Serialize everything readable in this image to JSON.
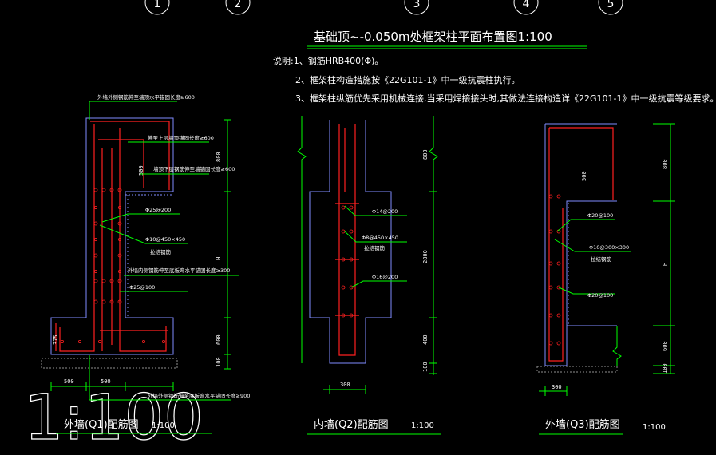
{
  "title": "基础顶~-0.050m处框架柱平面布置图1:100",
  "grid_axes": [
    "1",
    "2",
    "3",
    "4",
    "5"
  ],
  "notes": [
    "说明:1、钢筋HRB400(Φ)。",
    "2、框架柱构造措施按《22G101-1》中一级抗震柱执行。",
    "3、框架柱纵筋优先采用机械连接,当采用焊接接头时,其做法连接构造详《22G101-1》中一级抗震等级要求。"
  ],
  "left_big_text": "1:100",
  "q1": {
    "caption": "外墙(Q1)配筋图",
    "scale": "1:100",
    "annotations": [
      "外墙外侧钢筋伸至墙顶水平锚固长度≥600",
      "伸至上层墙顶锚固长度≥600",
      "墙顶下层钢筋伸至墙锚固长度≥600",
      "Φ25@200",
      "Φ10@450×450",
      "拉结钢筋",
      "外墙内侧钢筋伸至底板弯水平锚固长度≥300",
      "Φ25@100",
      "外墙外侧钢筋伸至底板弯水平锚固长度≥900"
    ],
    "dims": [
      "800",
      "500",
      "H",
      "600",
      "100",
      "500",
      "500",
      "375"
    ]
  },
  "q2": {
    "caption": "内墙(Q2)配筋图",
    "scale": "1:100",
    "annotations": [
      "Φ14@200",
      "Φ8@450×450",
      "拉结钢筋",
      "Φ16@200"
    ],
    "dims": [
      "800",
      "2800",
      "400",
      "100",
      "300"
    ]
  },
  "q3": {
    "caption": "外墙(Q3)配筋图",
    "scale": "1:100",
    "annotations": [
      "Φ20@100",
      "Φ10@300×300",
      "拉结钢筋",
      "Φ20@100"
    ],
    "dims": [
      "800",
      "500",
      "H",
      "600",
      "100",
      "300"
    ]
  },
  "colors": {
    "background": "#000000",
    "dimension": "#00ff00",
    "outline": "#7f8bff",
    "rebar": "#ff2020",
    "text": "#ffffff"
  }
}
